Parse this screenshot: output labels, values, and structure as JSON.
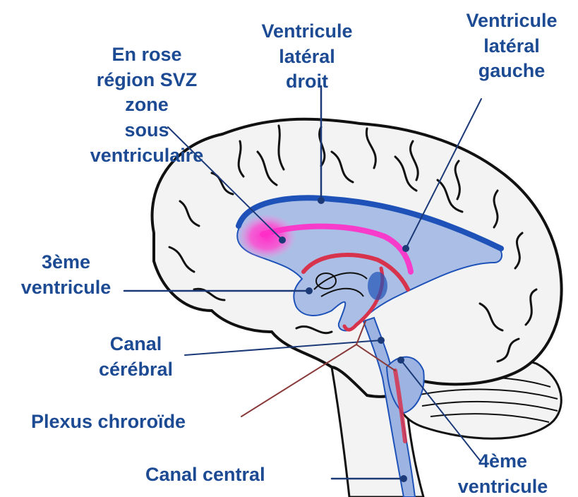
{
  "labels": {
    "svz": [
      "En rose",
      "région SVZ",
      "zone",
      "sous",
      "ventriculaire"
    ],
    "lateral_droit": [
      "Ventricule",
      "latéral",
      "droit"
    ],
    "lateral_gauche": [
      "Ventricule",
      "latéral",
      "gauche"
    ],
    "troisieme_ventricule": [
      "3ème",
      "ventricule"
    ],
    "canal_cerebral": [
      "Canal",
      "cérébral"
    ],
    "plexus_choroide": "Plexus chroroïde",
    "canal_central": "Canal central",
    "quatrieme_ventricule": [
      "4ème",
      "ventricule"
    ]
  },
  "colors": {
    "label_text": "#1c4a93",
    "ventricle_fill": "#9db4e2",
    "ventricle_edge": "#1e52b8",
    "svz_pink": "#ff2ec8",
    "plexus_red": "#d8334d",
    "brain_fill": "#f3f3f3",
    "outline": "#111111"
  }
}
